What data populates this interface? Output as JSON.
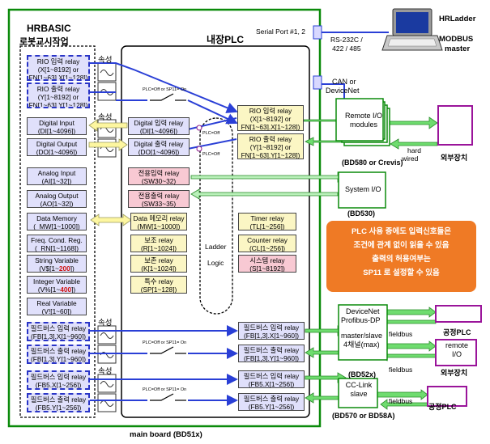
{
  "teach": {
    "title1": "HRBASIC",
    "title2": "로봇교시작업",
    "rio_in": [
      "RIO 입력 relay",
      "(X[1~8192] or",
      "FN[1~63].X[1~128])"
    ],
    "rio_out": [
      "RIO 출력 relay",
      "(Y[1~8192] or",
      "FN[1~63].Y[1~128])"
    ],
    "dig_in": [
      "Digital Input",
      "(DI[1~4096])"
    ],
    "dig_out": [
      "Digital Output",
      "(DO[1~4096])"
    ],
    "ana_in": [
      "Analog Input",
      "(AI[1~32])"
    ],
    "ana_out": [
      "Analog Output",
      "(AO[1~32])"
    ],
    "data_mem": [
      "Data Memory",
      "(_MW[1~1000])"
    ],
    "freq": [
      "Freq. Cond. Reg.",
      "(_RN[1~1168])"
    ],
    "str_pre": "String Variable",
    "str_var": "(V$[1~",
    "str_num": "200",
    "str_end": "])",
    "int_pre": "Integer Variable",
    "int_var": "(V%[1~",
    "int_num": "400",
    "int_end": "])",
    "real": [
      "Real Variable",
      "(V![1~60])"
    ],
    "fb_in": [
      "필드버스 입력 relay",
      "(FB[1,3].X[1~960])"
    ],
    "fb_out": [
      "필드버스 출력 relay",
      "(FB[1,3].Y[1~960])"
    ],
    "fb5_in": [
      "필드버스 입력 relay",
      "(FB5.X[1~256])"
    ],
    "fb5_out": [
      "필드버스 출력 relay",
      "(FB5.Y[1~256])"
    ]
  },
  "plc": {
    "title": "내장PLC",
    "dig_in": [
      "Digital 입력 relay",
      "(DI[1~4096])"
    ],
    "dig_out": [
      "Digital 출력 relay",
      "(DO[1~4096])"
    ],
    "sw_in": [
      "전용입력 relay",
      "(SW30~32)"
    ],
    "sw_out": [
      "전용출력 relay",
      "(SW33~35)"
    ],
    "data_mem": [
      "Data 메모리 relay",
      "(MW[1~1000])"
    ],
    "aux": [
      "보조 relay",
      "(R[1~1024])"
    ],
    "keep": [
      "보존 relay",
      "(K[1~1024])"
    ],
    "special": [
      "특수 relay",
      "(SP[1~128])"
    ],
    "ladder": [
      "Ladder",
      "Logic"
    ],
    "timer": [
      "Timer relay",
      "(TL[1~256])"
    ],
    "counter": [
      "Counter relay",
      "(CL[1~256])"
    ],
    "system": [
      "시스템 relay",
      "(S[1~8192])"
    ],
    "rio_in": [
      "RIO 입력 relay",
      "(X[1~8192] or",
      "FN[1~63].X[1~128])"
    ],
    "rio_out": [
      "RIO 출력 relay",
      "(Y[1~8192] or",
      "FN[1~63].Y[1~128])"
    ],
    "fb_in": [
      "필드버스 입력 relay",
      "(FB[1,3].X[1~960])"
    ],
    "fb_out": [
      "필드버스 출력 relay",
      "(FB[1,3].Y[1~960])"
    ],
    "fb5_in": [
      "필드버스 입력 relay",
      "(FB5.X[1~256])"
    ],
    "fb5_out": [
      "필드버스 출력 relay",
      "(FB5.Y[1~256])"
    ],
    "switch_label": "PLC=Off or SP11= On",
    "plc_off": "PLC=Off"
  },
  "labels": {
    "speed": "속성",
    "main_board": "main board (BD51x)",
    "serial": "Serial Port #1, 2",
    "serial_num": "2",
    "rs232": [
      "RS-232C /",
      "422 / 485"
    ],
    "hrladder": "HRLadder",
    "modbus": [
      "MODBUS",
      "master"
    ],
    "can": [
      "CAN or",
      "DeviceNet"
    ],
    "remote_io": [
      "Remote I/O",
      "modules"
    ],
    "hard_wired": [
      "hard",
      "wired"
    ],
    "external": "외부장치",
    "bd580": "(BD580 or Crevis)",
    "system_io": "System I/O",
    "bd530": "(BD530)",
    "devicenet": [
      "DeviceNet",
      "Profibus-DP",
      "",
      "master/slave",
      "4채널(max)"
    ],
    "bd52x": "(BD52x)",
    "fieldbus": "fieldbus",
    "process_plc": "공정PLC",
    "remote_io2": [
      "remote",
      "I/O"
    ],
    "cclink": [
      "CC-Link",
      "slave"
    ],
    "bd570": "(BD570 or BD58A)"
  },
  "note": [
    "PLC 사용 중에도 입력신호들은",
    "조건에 관계 없이 읽을 수 있음",
    "출력의 허용여부는",
    "SP11 로 설정할 수 있음"
  ],
  "colors": {
    "green": "#0a8a0a",
    "blue": "#2a3fd6",
    "arrow_green": "#5ad85a",
    "arrow_yellow": "#fdf6a0",
    "magenta": "#9a149a",
    "orange": "#ef7a25"
  }
}
